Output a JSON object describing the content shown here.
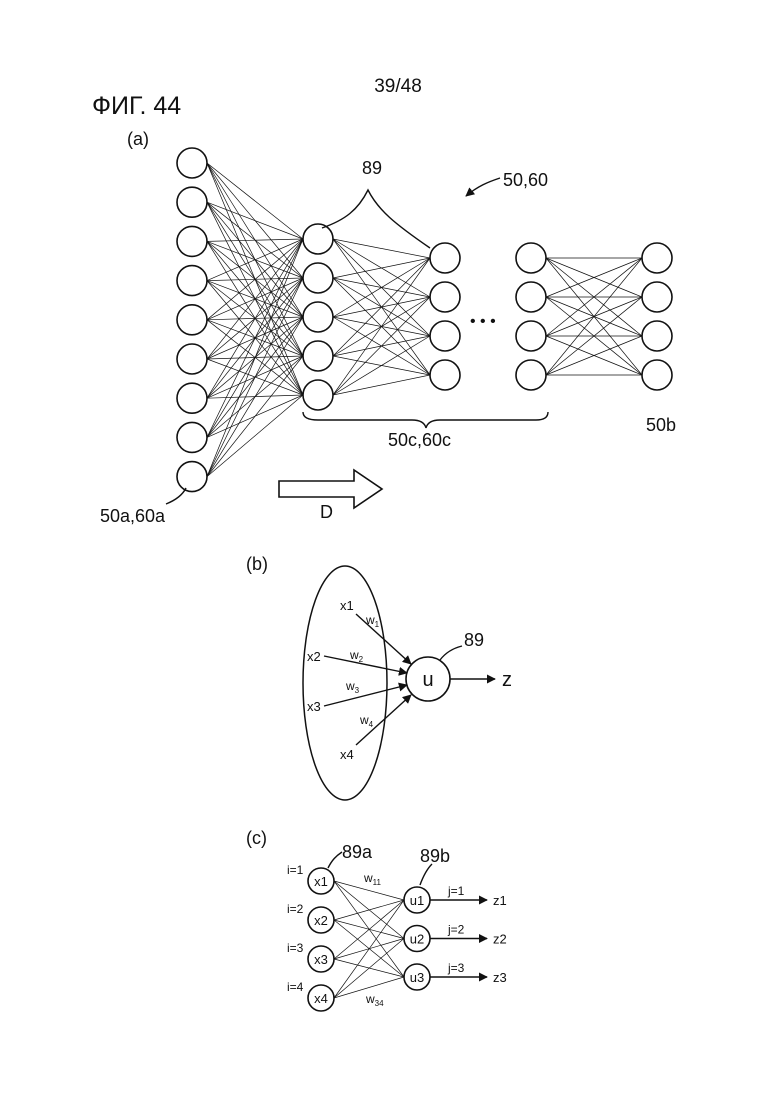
{
  "page_number": "39/48",
  "figure_title": "ФИГ. 44",
  "panel_a": {
    "label": "(a)",
    "ref_hidden": "89",
    "ref_network": "50,60",
    "ref_input": "50a,60a",
    "ref_middle": "50c,60c",
    "ref_output": "50b",
    "ellipsis": "• • •",
    "direction_label": "D",
    "layer_sizes": [
      9,
      5,
      4,
      4,
      4
    ]
  },
  "panel_b": {
    "label": "(b)",
    "ref_unit": "89",
    "unit": "u",
    "output": "z",
    "inputs": [
      {
        "x": "x1",
        "w": "w",
        "w_sub": "1"
      },
      {
        "x": "x2",
        "w": "w",
        "w_sub": "2"
      },
      {
        "x": "x3",
        "w": "w",
        "w_sub": "3"
      },
      {
        "x": "x4",
        "w": "w",
        "w_sub": "4"
      }
    ]
  },
  "panel_c": {
    "label": "(c)",
    "ref_inputs": "89a",
    "ref_units": "89b",
    "inputs": [
      {
        "index": "i=1",
        "node": "x1"
      },
      {
        "index": "i=2",
        "node": "x2"
      },
      {
        "index": "i=3",
        "node": "x3"
      },
      {
        "index": "i=4",
        "node": "x4"
      }
    ],
    "units": [
      {
        "node": "u1",
        "index": "j=1",
        "out": "z1"
      },
      {
        "node": "u2",
        "index": "j=2",
        "out": "z2"
      },
      {
        "node": "u3",
        "index": "j=3",
        "out": "z3"
      }
    ],
    "weight_first": {
      "w": "w",
      "sub": "11"
    },
    "weight_last": {
      "w": "w",
      "sub": "34"
    }
  }
}
